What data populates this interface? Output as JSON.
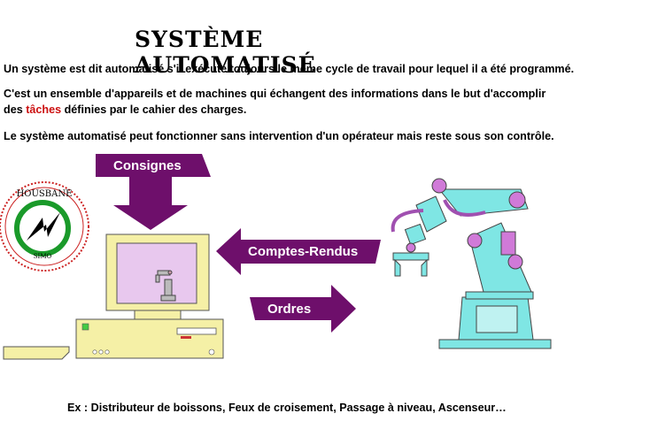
{
  "title": "SYSTÈME AUTOMATISÉ",
  "paragraphs": {
    "p1": "Un système est dit automatisé s'il exécute toujours le même cycle de travail pour lequel il a été programmé.",
    "p2_line1": "C'est un ensemble d'appareils et de machines qui échangent des informations dans le but d'accomplir",
    "p2_line2_before": "des ",
    "p2_line2_highlight": "tâches",
    "p2_line2_after": " définies par le cahier des charges.",
    "p3": "Le système automatisé peut fonctionner sans intervention d'un opérateur mais reste sous son contrôle."
  },
  "arrows": {
    "consignes": "Consignes",
    "comptes_rendus": "Comptes-Rendus",
    "ordres": "Ordres"
  },
  "logo": {
    "ring_text": "HOUSBANE",
    "bottom_text": "SIMO"
  },
  "example": "Ex : Distributeur de boissons, Feux de croisement, Passage à niveau, Ascenseur…",
  "colors": {
    "arrow_fill": "#6e0f6b",
    "highlight": "#cc1111",
    "computer_body": "#f5f0a6",
    "screen": "#e8c8ee",
    "robot": "#7fe6e4",
    "robot_joint": "#d07ad8",
    "logo_ring": "#cc2222",
    "logo_circle": "#1a9a2a"
  }
}
